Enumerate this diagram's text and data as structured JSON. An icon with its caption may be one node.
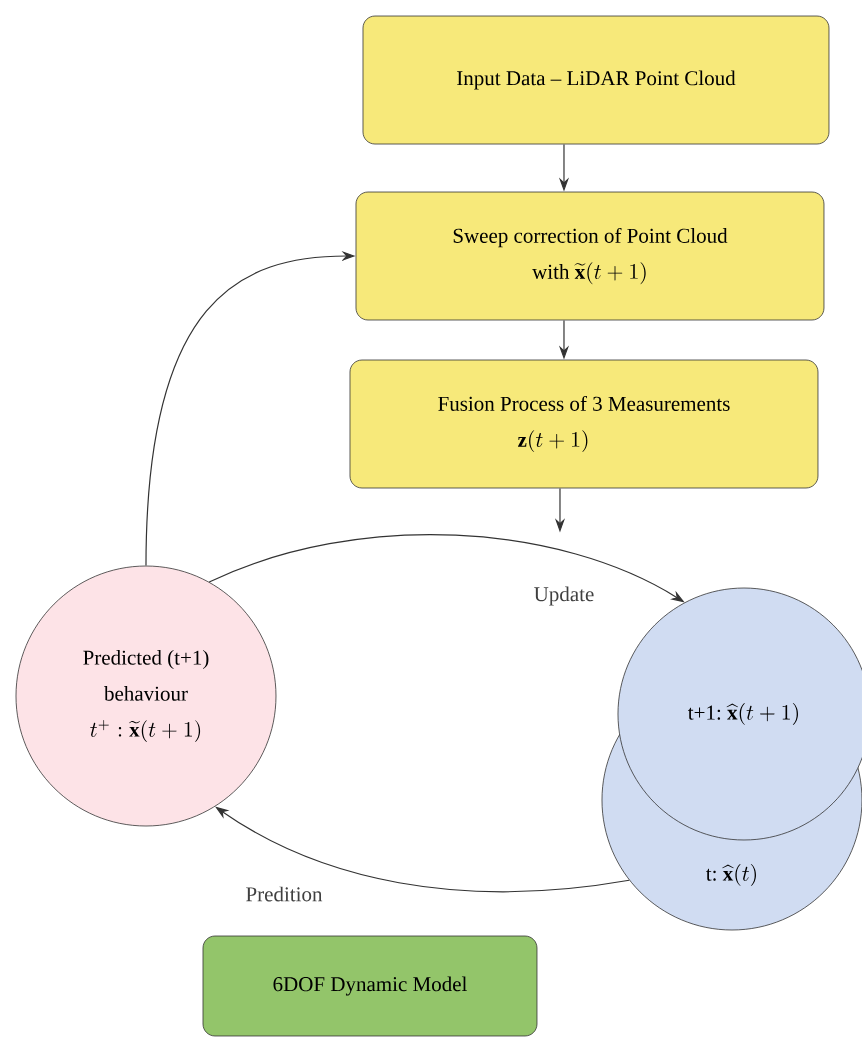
{
  "diagram": {
    "nodes": [
      {
        "text": [
          "Input Data – LiDAR Point Cloud"
        ]
      },
      {
        "text": [
          "Sweep correction of Point Cloud",
          "with",
          "\\widetilde{\\mathbf{x}}(t+1)"
        ]
      },
      {
        "text": [
          "Fusion Process of 3 Measurements",
          "\\mathbf{z}(t+1)"
        ]
      },
      {
        "text": [
          "Predicted (t+1)",
          "behaviour",
          "t^{+} : \\widetilde{\\mathbf{x}}(t+1)"
        ]
      },
      {
        "text": [
          "t+1:",
          "\\widehat{\\mathbf{x}}(t+1)"
        ]
      },
      {
        "text": [
          "t:",
          "\\widehat{\\mathbf{x}}(t)"
        ]
      },
      {
        "text": [
          "6DOF Dynamic Model"
        ]
      }
    ],
    "edges": [
      {
        "from": 0,
        "to": 1,
        "arrow": "to"
      },
      {
        "from": 1,
        "to": 2,
        "arrow": "to"
      },
      {
        "from": 2,
        "to": null,
        "arrow": "to"
      },
      {
        "from": 3,
        "to": 1,
        "arrow": "to"
      },
      {
        "from": 3,
        "to": 4,
        "arrow": "to",
        "label": "Update"
      },
      {
        "from": 5,
        "to": 3,
        "arrow": "to",
        "label": "Predition"
      }
    ]
  }
}
